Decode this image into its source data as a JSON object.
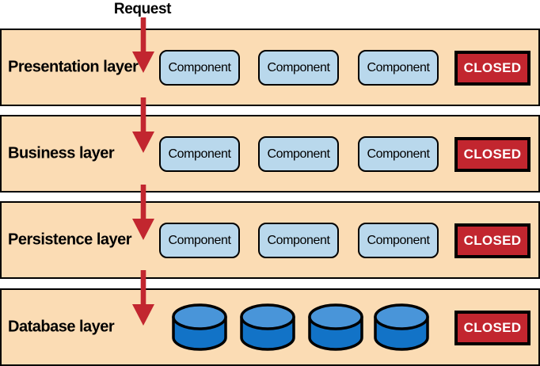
{
  "request_label": "Request",
  "colors": {
    "band-bg": "#fbdcb4",
    "component-bg": "#b9d8ec",
    "closed-bg": "#c2262f",
    "arrow-red": "#c2262f",
    "db-top": "#4995d9",
    "db-body": "#1273c7",
    "border-black": "#000000"
  },
  "icons": {
    "flow_arrow": "down-arrow-icon",
    "database": "database-cylinder-icon"
  },
  "layers": [
    {
      "label": "Presentation layer",
      "components": [
        "Component",
        "Component",
        "Component"
      ],
      "closed": "CLOSED"
    },
    {
      "label": "Business layer",
      "components": [
        "Component",
        "Component",
        "Component"
      ],
      "closed": "CLOSED"
    },
    {
      "label": "Persistence layer",
      "components": [
        "Component",
        "Component",
        "Component"
      ],
      "closed": "CLOSED"
    },
    {
      "label": "Database layer",
      "databases": [
        "database-cylinder-icon",
        "database-cylinder-icon",
        "database-cylinder-icon",
        "database-cylinder-icon"
      ],
      "closed": "CLOSED"
    }
  ]
}
